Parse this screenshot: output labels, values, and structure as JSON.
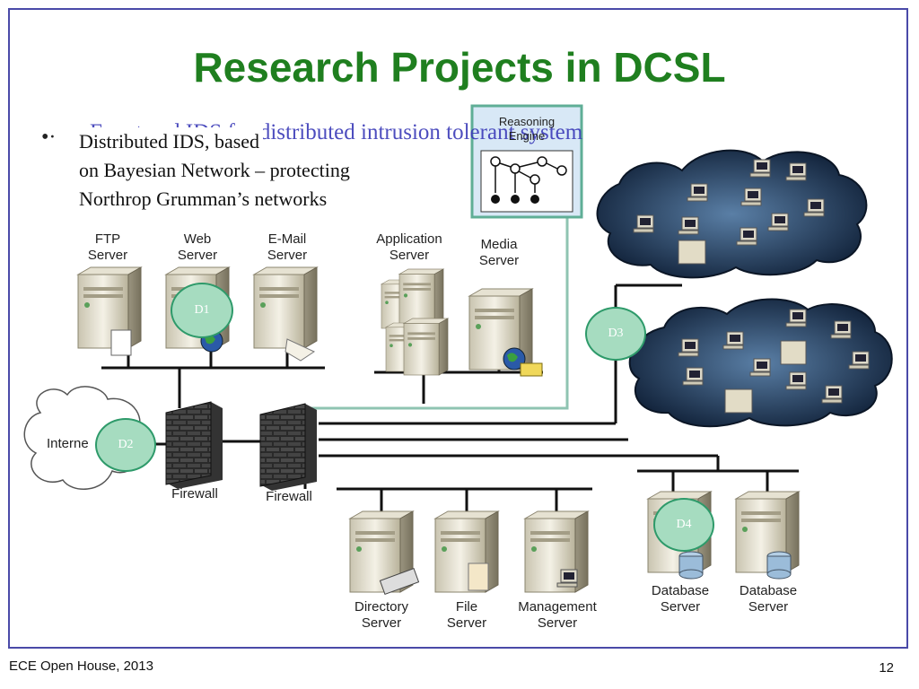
{
  "title": "Research Projects in DCSL",
  "bullet": {
    "overlap_text": "Event and IDS for distributed intrusion tolerant system",
    "line1": "Distributed IDS, based",
    "line2": "on Bayesian Network – protecting",
    "line3": "Northrop Grumman’s networks"
  },
  "diagram": {
    "reasoning_engine": "Reasoning\nEngine",
    "servers_top": [
      {
        "label": "FTP\nServer"
      },
      {
        "label": "Web\nServer"
      },
      {
        "label": "E-Mail\nServer"
      },
      {
        "label": "Application\nServer"
      },
      {
        "label": "Media\nServer"
      }
    ],
    "servers_bottom": [
      {
        "label": "Directory\nServer"
      },
      {
        "label": "File\nServer"
      },
      {
        "label": "Management\nServer"
      },
      {
        "label": "Database\nServer"
      },
      {
        "label": "Database\nServer"
      }
    ],
    "firewall_left": "Firewall",
    "firewall_right": "Firewall",
    "internet": "Interne",
    "detectors": [
      "D1",
      "D2",
      "D3",
      "D4"
    ]
  },
  "footer": {
    "left": "ECE Open House, 2013",
    "page": "12"
  },
  "colors": {
    "title": "#1f7f1f",
    "frame": "#4a4aa8",
    "detector": "#a6dcc0"
  }
}
